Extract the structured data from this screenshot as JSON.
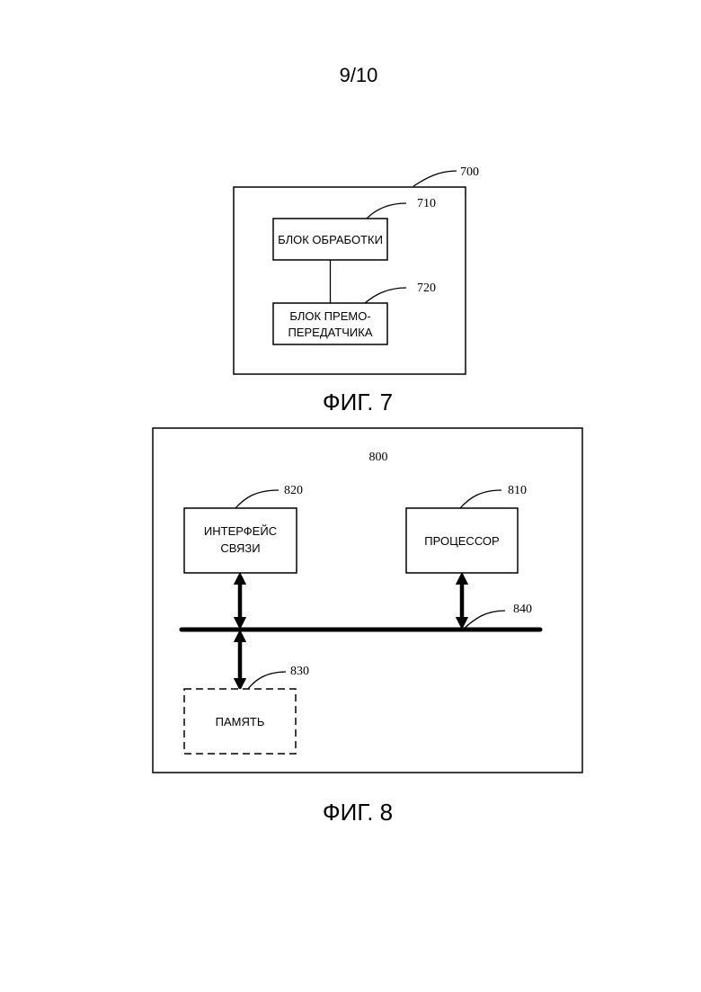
{
  "page": {
    "sheet_number": "9/10"
  },
  "fig7": {
    "caption": "ФИГ. 7",
    "device": {
      "ref": "700"
    },
    "processing_unit": {
      "ref": "710",
      "label": "БЛОК ОБРАБОТКИ"
    },
    "transceiver_unit": {
      "ref": "720",
      "label_line1": "БЛОК ПРЕМО-",
      "label_line2": "ПЕРЕДАТЧИКА"
    }
  },
  "fig8": {
    "caption": "ФИГ. 8",
    "device": {
      "ref": "800"
    },
    "processor": {
      "ref": "810",
      "label": "ПРОЦЕССОР"
    },
    "comm_interface": {
      "ref": "820",
      "label_line1": "ИНТЕРФЕЙС",
      "label_line2": "СВЯЗИ"
    },
    "memory": {
      "ref": "830",
      "label": "ПАМЯТЬ"
    },
    "bus": {
      "ref": "840"
    }
  }
}
